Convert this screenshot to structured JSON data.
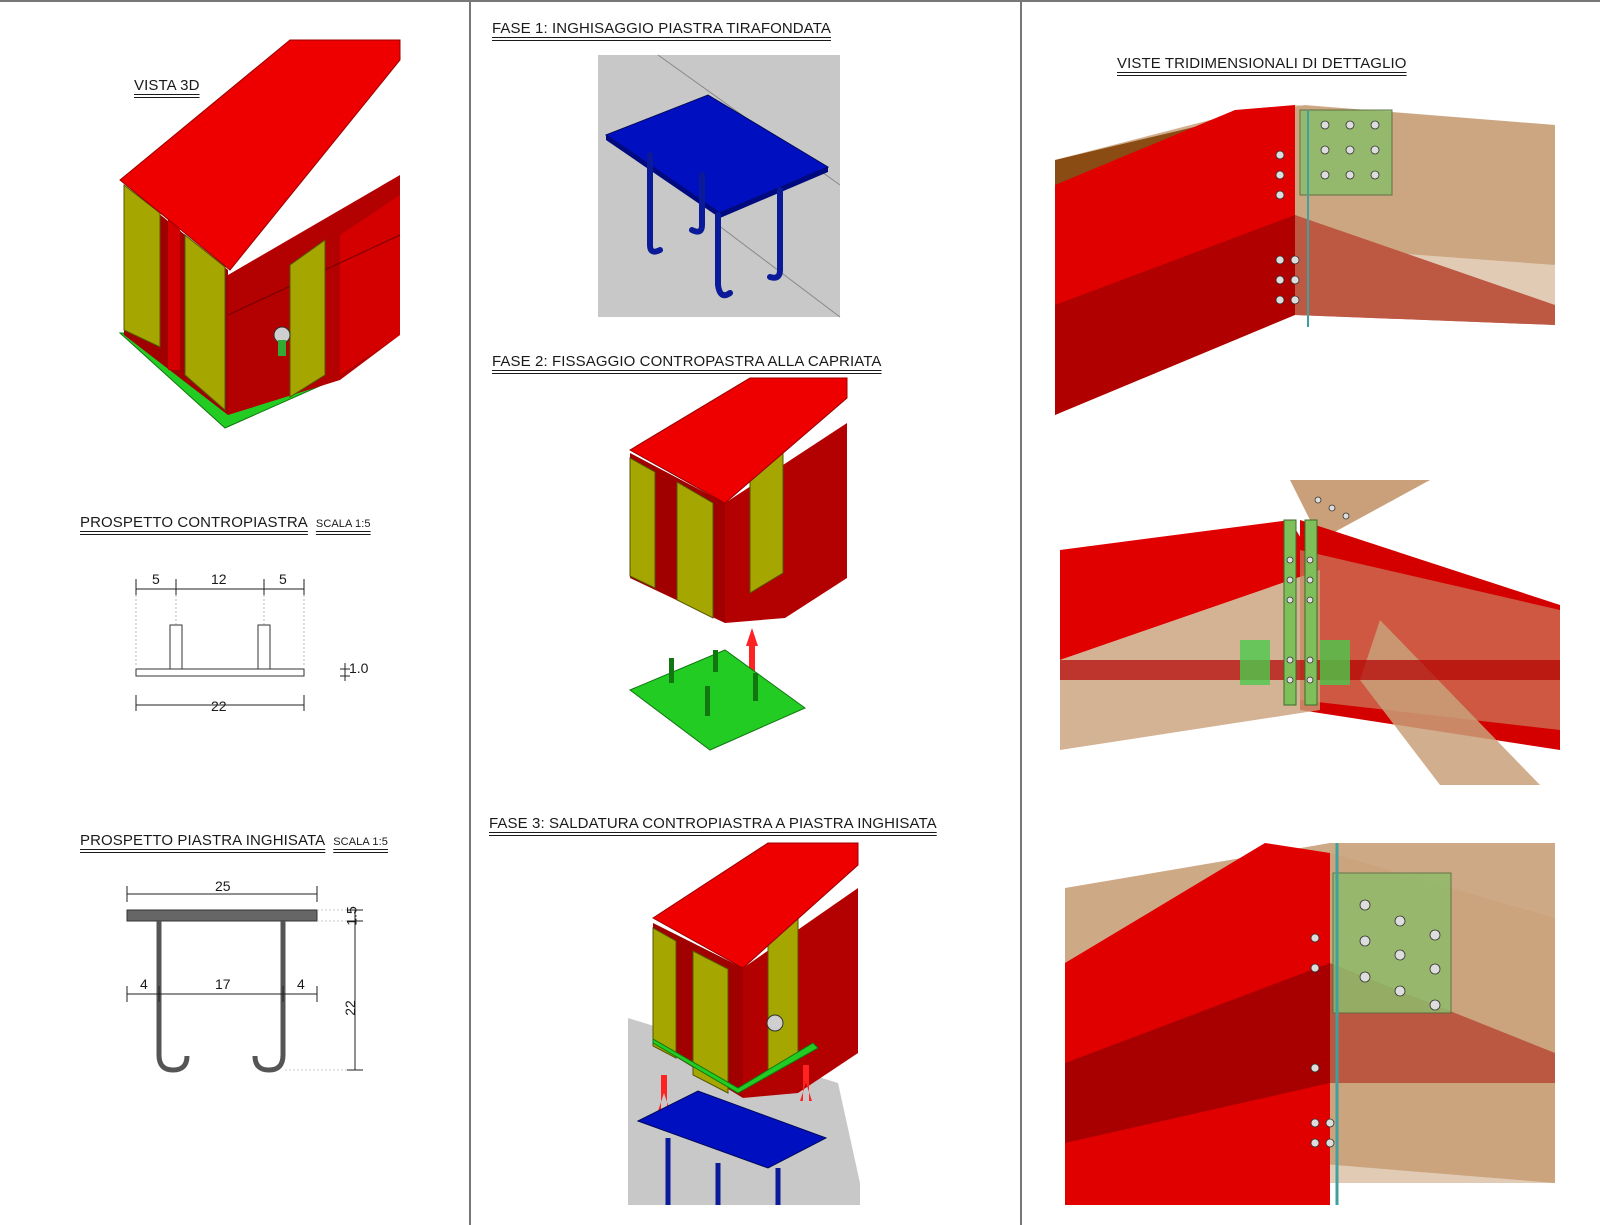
{
  "columns": {
    "left": {
      "vista3d_title": "VISTA 3D",
      "contropiastra": {
        "title": "PROSPETTO  CONTROPIASTRA",
        "scale": "SCALA 1:5",
        "dim_top": [
          "5",
          "12",
          "5"
        ],
        "dim_thickness": "1.0",
        "dim_width": "22"
      },
      "piastra": {
        "title": "PROSPETTO  PIASTRA INGHISATA",
        "scale": "SCALA 1:5",
        "dim_width": "25",
        "dim_thickness": "1.5",
        "dim_spacing": [
          "4",
          "17",
          "4"
        ],
        "dim_height": "22"
      }
    },
    "middle": {
      "fase1": "FASE 1: INGHISAGGIO PIASTRA TIRAFONDATA",
      "fase2": "FASE 2: FISSAGGIO CONTROPASTRA ALLA  CAPRIATA",
      "fase3": "FASE 3: SALDATURA CONTROPIASTRA A PIASTRA INGHISATA"
    },
    "right": {
      "title": "VISTE TRIDIMENSIONALI DI DETTAGLIO"
    }
  },
  "colors": {
    "steel_red": "#e00000",
    "steel_dark": "#9a0000",
    "stiffener": "#a8a800",
    "counterplate": "#22cc22",
    "embedded_plate": "#0010c0",
    "anchor": "#0a1a99",
    "timber": "#c9a079",
    "concrete": "#c8c8c8",
    "arrow": "#ff2222"
  }
}
